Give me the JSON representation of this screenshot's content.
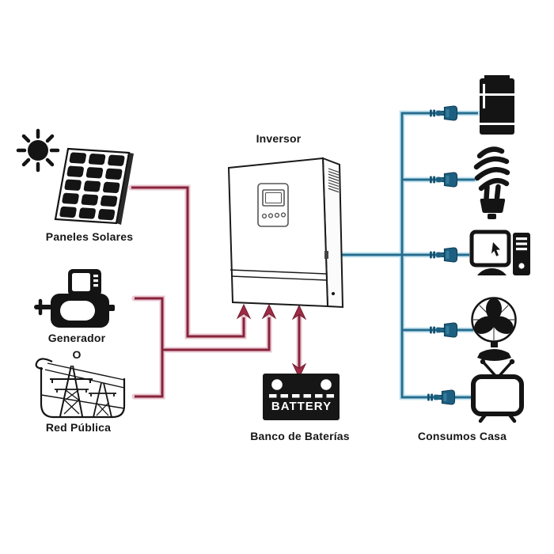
{
  "diagram": {
    "inverter": {
      "label": "Inversor"
    },
    "solar": {
      "label": "Paneles Solares"
    },
    "generator": {
      "label": "Generador"
    },
    "or_connector": "O",
    "grid": {
      "label": "Red Pública"
    },
    "battery": {
      "box_text": "BATTERY",
      "label": "Banco de Baterías"
    },
    "loads": {
      "label": "Consumos Casa",
      "items": [
        "refrigerator",
        "cfl-bulb",
        "desktop-computer",
        "fan",
        "tv"
      ]
    },
    "colors": {
      "dc_line": "#87233a",
      "dc_halo": "#eac6d1",
      "arrow_fill": "#9e2b47",
      "ac_line": "#266d8e",
      "ac_halo": "#c8e6f2",
      "plug": "#1d5f80",
      "ink": "#141414",
      "background": "#ffffff"
    }
  }
}
